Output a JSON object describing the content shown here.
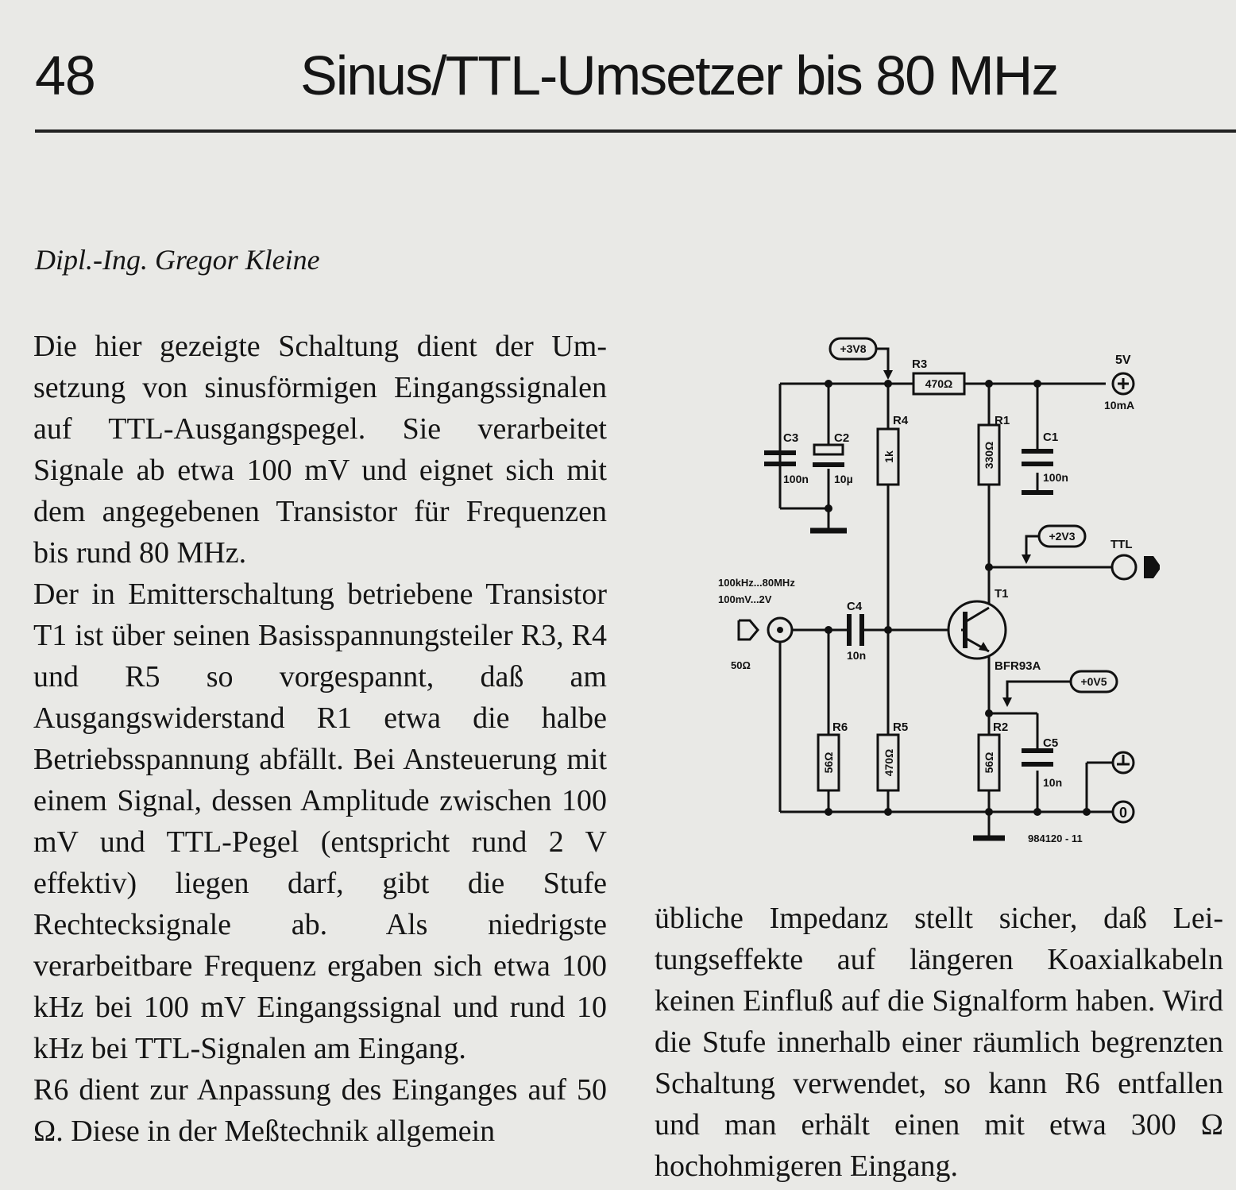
{
  "header": {
    "page_number": "48",
    "title": "Sinus/TTL-Umsetzer bis 80 MHz"
  },
  "author": "Dipl.-Ing. Gregor Kleine",
  "body_left": [
    "Die hier gezeigte Schaltung dient der Um­setzung von sinusförmigen Eingangssi­gnalen auf TTL-Ausgangspegel. Sie ver­arbeitet Signale ab etwa 100 mV und eig­net sich mit dem angegebenen Transistor für Frequenzen bis rund 80 MHz.",
    "Der in Emitterschaltung betriebene Tran­sistor T1 ist über seinen Basisspannungs­teiler R3, R4 und R5 so vorgespannt, daß am Ausgangswiderstand R1 etwa die hal­be Betriebsspannung abfällt. Bei Ansteue­rung mit einem Signal, dessen Amplitude zwischen 100 mV und TTL-Pegel (ent­spricht rund 2 V effektiv) liegen darf, gibt die Stufe Rechtecksignale ab. Als niedrig­ste verarbeitbare Frequenz ergaben sich etwa 100 kHz bei 100 mV Eingangssignal und rund 10 kHz bei TTL-Signalen am Eingang.",
    "R6 dient zur Anpassung des Einganges auf 50 Ω. Diese in der Meßtechnik allgemein"
  ],
  "body_right": [
    "übliche Impedanz stellt sicher, daß Lei­tungseffekte auf längeren Koaxialkabeln keinen Einfluß auf die Signalform haben. Wird die Stufe innerhalb einer räumlich begrenzten Schaltung verwendet, so kann R6 entfallen und man erhält einen mit etwa 300 Ω hochohmigeren Eingang."
  ],
  "schematic": {
    "tp_3v8": "+3V8",
    "tp_2v3": "+2V3",
    "tp_0v5": "+0V5",
    "r3": "R3",
    "r3_val": "470Ω",
    "r4": "R4",
    "r4_val": "1k",
    "r1": "R1",
    "r1_val": "330Ω",
    "r6": "R6",
    "r6_val": "56Ω",
    "r5": "R5",
    "r5_val": "470Ω",
    "r2": "R2",
    "r2_val": "56Ω",
    "c3": "C3",
    "c3_val": "100n",
    "c2": "C2",
    "c2_val": "10µ",
    "c1": "C1",
    "c1_val": "100n",
    "c4": "C4",
    "c4_val": "10n",
    "c5": "C5",
    "c5_val": "10n",
    "t1": "T1",
    "t1_type": "BFR93A",
    "supply_v": "5V",
    "supply_i": "10mA",
    "out_label": "TTL",
    "in_freq": "100kHz...80MHz",
    "in_level": "100mV...2V",
    "in_imp": "50Ω",
    "fig_number": "984120 - 11"
  }
}
